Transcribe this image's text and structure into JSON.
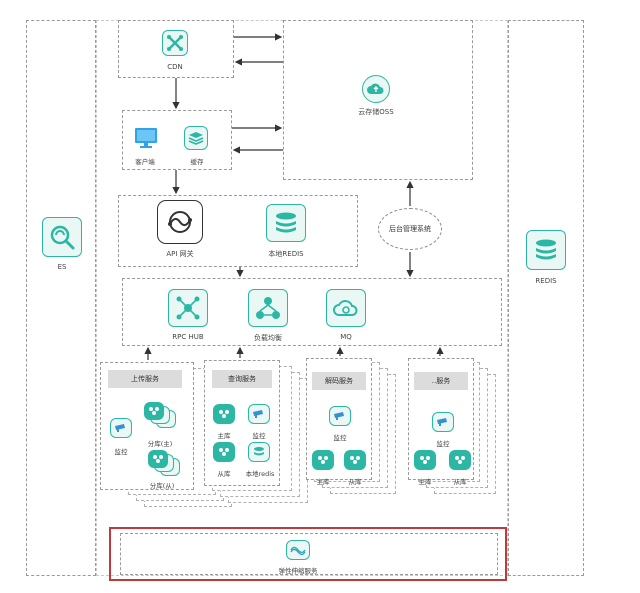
{
  "nodes": {
    "es": "ES",
    "redis": "REDIS",
    "cdn": "CDN",
    "oss": "云存储OSS",
    "client": "客户端",
    "cache": "缓存",
    "api_gateway": "API 网关",
    "local_redis": "本地REDIS",
    "admin_system": "后台管理系统",
    "rpc_hub": "RPC HUB",
    "load_balance": "负载均衡",
    "mq": "MQ",
    "elastic": "弹性伸缩服务"
  },
  "services": {
    "upload": {
      "title": "上传服务",
      "monitor": "监控",
      "master": "分库(主)",
      "slave": "分库(从)"
    },
    "query": {
      "title": "查询服务",
      "master": "主库",
      "monitor": "监控",
      "slave": "从库",
      "local_redis": "本地redis"
    },
    "decode": {
      "title": "解码服务",
      "monitor": "监控",
      "master": "主库",
      "slave": "从库"
    },
    "other": {
      "title": "..服务",
      "monitor": "监控",
      "master": "主库",
      "slave": "从库"
    }
  },
  "colors": {
    "teal": "#2bb7a4",
    "icon_bg": "#eaf8f5",
    "highlight_frame": "#c0393b",
    "monitor_icon": "#3a8fd1"
  }
}
